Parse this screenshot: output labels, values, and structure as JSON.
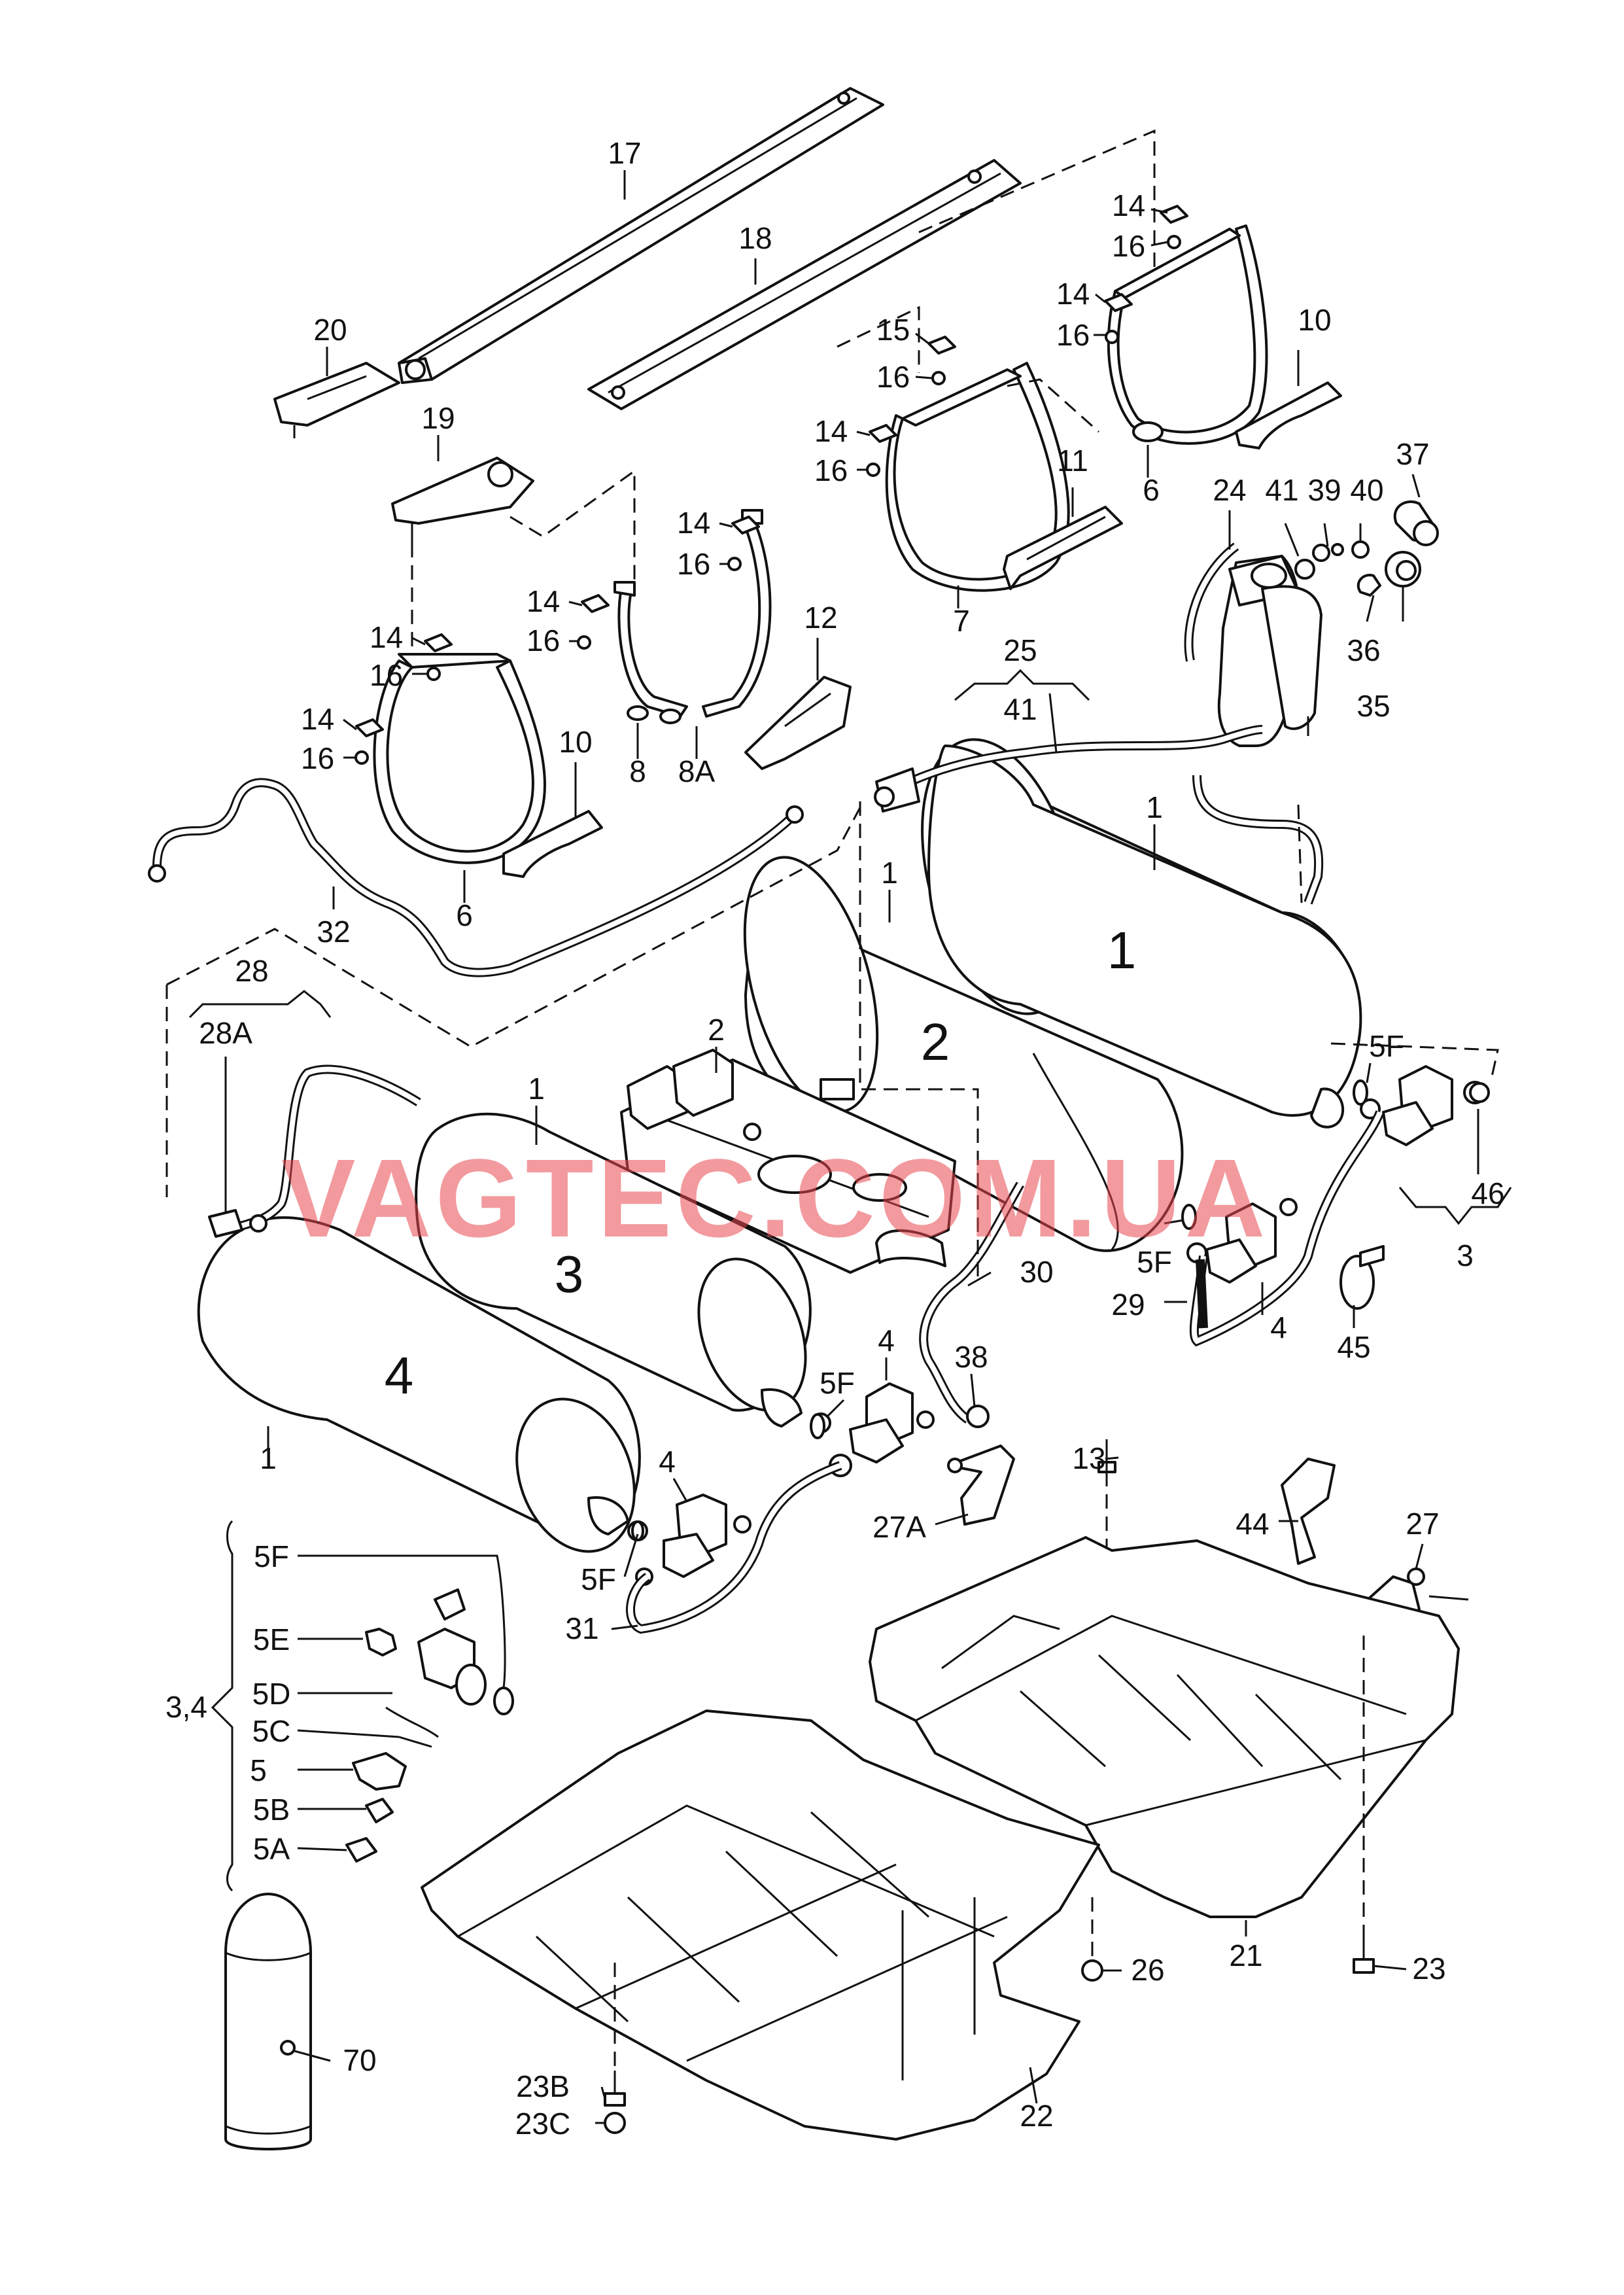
{
  "watermark": "VAGTEC.COM.UA",
  "tank_numbers": [
    "1",
    "2",
    "3",
    "4"
  ],
  "labels": {
    "p17": "17",
    "p18": "18",
    "p20": "20",
    "p19": "19",
    "p14a": "14",
    "p16a": "16",
    "p14b": "14",
    "p16b": "16",
    "p15": "15",
    "p16c": "16",
    "p14c": "14",
    "p16d": "16",
    "p10a": "10",
    "p6a": "6",
    "p11": "11",
    "p7": "7",
    "p14d": "14",
    "p16e": "16",
    "p14e": "14",
    "p16f": "16",
    "p14f": "14",
    "p16g": "16",
    "p14g": "14",
    "p16h": "16",
    "p12": "12",
    "p8": "8",
    "p8A": "8A",
    "p10b": "10",
    "p6b": "6",
    "p24": "24",
    "p41a": "41",
    "p39": "39",
    "p40": "40",
    "p37": "37",
    "p36": "36",
    "p35": "35",
    "p25": "25",
    "p41b": "41",
    "p32": "32",
    "p28": "28",
    "p28A": "28A",
    "p1a": "1",
    "p1b": "1",
    "p1c": "1",
    "p1d": "1",
    "p2": "2",
    "p5Fa": "5F",
    "p46": "46",
    "p3": "3",
    "p5Fb": "5F",
    "p30": "30",
    "p29": "29",
    "p4a": "4",
    "p45": "45",
    "p5Fc": "5F",
    "p4b": "4",
    "p38": "38",
    "p13": "13",
    "p27A": "27A",
    "p4c": "4",
    "p44": "44",
    "p27": "27",
    "p5Fd": "5F",
    "p31": "31",
    "p5F": "5F",
    "p5E": "5E",
    "p5D": "5D",
    "p5C": "5C",
    "p34": "3,4",
    "p5": "5",
    "p5B": "5B",
    "p5A": "5A",
    "p21": "21",
    "p23": "23",
    "p26": "26",
    "p22": "22",
    "p23B": "23B",
    "p23C": "23C",
    "p70": "70"
  }
}
